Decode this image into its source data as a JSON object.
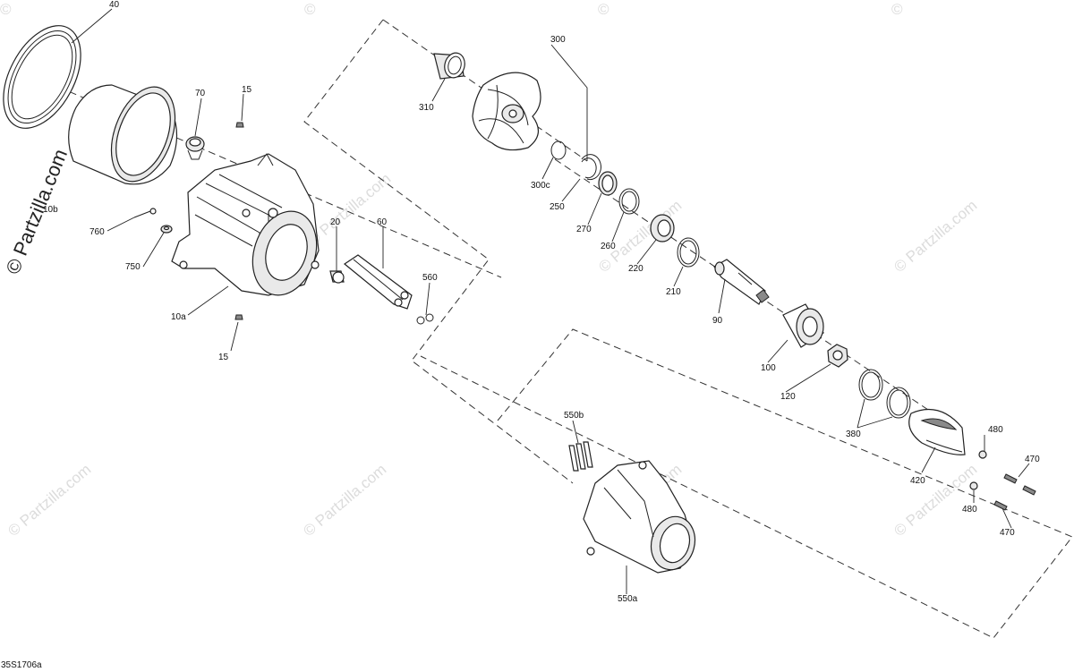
{
  "diagram": {
    "figure_code": "35S1706a",
    "watermarks": {
      "side_text": "© Partzilla.com",
      "tile_text": "© Partzilla.com",
      "corner_symbol": "©"
    },
    "callouts": {
      "p40": "40",
      "p10b": "10b",
      "p70": "70",
      "p15_top": "15",
      "p760": "760",
      "p750": "750",
      "p10a": "10a",
      "p15_bottom": "15",
      "p20": "20",
      "p60": "60",
      "p560": "560",
      "p300": "300",
      "p310": "310",
      "p300c": "300c",
      "p250": "250",
      "p270": "270",
      "p260": "260",
      "p220": "220",
      "p210": "210",
      "p90": "90",
      "p100": "100",
      "p120": "120",
      "p380": "380",
      "p420": "420",
      "p480_top": "480",
      "p480_bottom": "480",
      "p470_top": "470",
      "p470_bottom": "470",
      "p550b": "550b",
      "p550a": "550a"
    }
  }
}
